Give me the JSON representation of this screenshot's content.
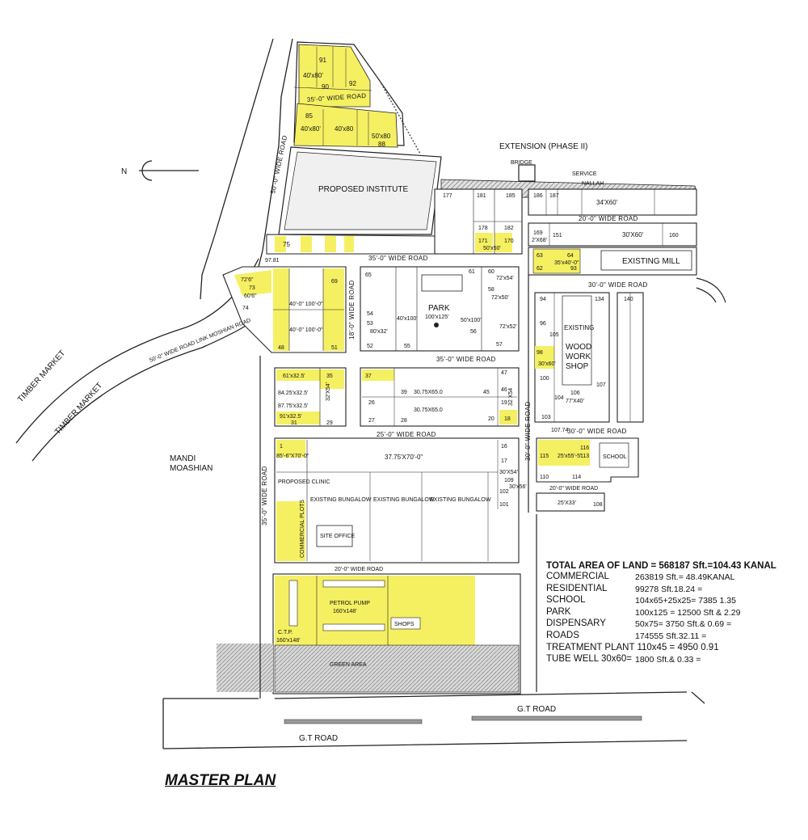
{
  "title": "MASTER PLAN",
  "north": "N",
  "colors": {
    "plot_yellow": "#f5f062",
    "line": "#222222",
    "road_fill": "#ffffff",
    "hatch": "#9a9a9a"
  },
  "places": {
    "proposed_institute": "PROPOSED INSTITUTE",
    "extension": "EXTENSION (PHASE II)",
    "bridge": "BRIDGE",
    "service": "SERVICE",
    "nallah": "NALLAH",
    "existing_mill": "EXISTING MILL",
    "park": "PARK",
    "park_dim": "100'x125'",
    "existing": "EXISTING",
    "wood": "WOOD",
    "work": "WORK",
    "shop": "SHOP",
    "school": "SCHOOL",
    "timber_market_1": "TIMBER MARKET",
    "timber_market_2": "TIMBER MARKET",
    "mandi_1": "MANDI",
    "mandi_2": "MOASHIAN",
    "proposed_clinic": "PROPOSED CLINIC",
    "commercial_plots": "COMMERCIAL PLOTS",
    "site_office": "SITE OFFICE",
    "existing_bungalow_1": "EXISTING BUNGALOW",
    "existing_bungalow_2": "EXISTING BUNGALOW",
    "existing_bungalow_3": "EXISTING BUNGALOW",
    "petrol_pump": "PETROL PUMP",
    "petrol_dim": "160'x148'",
    "shops": "SHOPS",
    "ctp": "C.T.P.",
    "ctp_dim": "160'x148'",
    "green_area": "GREEN AREA",
    "gt_road_1": "G.T ROAD",
    "gt_road_2": "G.T ROAD"
  },
  "roads": {
    "r35_top": "35'-0\" WIDE ROAD",
    "r50_left": "50'-0\" WIDE ROAD",
    "r20_right": "20'-0\" WIDE ROAD",
    "r35_mid": "35'-0\" WIDE ROAD",
    "r30_mill": "30'-0\" WIDE ROAD",
    "r35_center": "35'-0\" WIDE ROAD",
    "r25": "25'-0\" WIDE ROAD",
    "r30_school": "30'-0\" WIDE ROAD",
    "r20_school": "20'-0\" WIDE ROAD",
    "r35_vert": "35'-0\" WIDE ROAD",
    "r30_vert": "30'-0\" WIDE ROAD",
    "r20_bottom": "20'-0\" WIDE ROAD",
    "r18_vert": "18'-0\" WIDE ROAD",
    "link_road": "50'-0\" WIDE ROAD LINK MOSHIAN ROAD"
  },
  "plots": {
    "p91": "91",
    "p40x80a": "40'x80'",
    "p92": "92",
    "p90": "90",
    "p85": "85",
    "p40x80b": "40'x80'",
    "p40x80c": "40'x80",
    "p50x80": "50'x80",
    "p88": "88",
    "p75": "75",
    "p73": "73",
    "p74": "74",
    "p72x": "72'6\"",
    "p60": "60'6\"",
    "p69": "69",
    "p48": "48",
    "p51": "51",
    "p40x100a": "40'-0\" 100'-0\"",
    "p40x100b": "40'-0\" 100'-0\"",
    "p65": "65",
    "p61": "61",
    "p60b": "60",
    "p72x54": "72'x54'",
    "p58": "58",
    "p72x50": "72'x50'",
    "p54": "54",
    "p40x100c": "40'x100'",
    "p53": "53",
    "p80x32": "80'x32'",
    "p52": "52",
    "p55": "55",
    "p57": "57",
    "p56": "56",
    "p50x100": "50'x100'",
    "p72x52": "72'x52'",
    "p177": "177",
    "p181": "181",
    "p185": "185",
    "p186": "186",
    "p187": "187",
    "p178": "178",
    "p182": "182",
    "p171": "171",
    "p170": "170",
    "p50x50": "50'x50'",
    "p169": "169",
    "p151": "151",
    "p160": "160",
    "p34x60": "34'X60'",
    "p30x60": "30'X60'",
    "p2x68": "2'X68'",
    "p63": "63",
    "p64": "64",
    "p62": "62",
    "p93": "93",
    "p35x40": "35'x40'-0\"",
    "p94": "94",
    "p96": "96",
    "p105": "105",
    "p98": "98",
    "p100": "100",
    "p30x60b": "30'x60'",
    "p106": "106",
    "p104": "104",
    "p103": "103",
    "p77x40": "77'X40'",
    "p107": "107",
    "p134": "134",
    "p140": "140",
    "p61x32": "61'x32.5'",
    "p35": "35",
    "p84x32": "84.25'x32.5'",
    "p87x32": "87.75'x32.5'",
    "p91x32": "91'x32.5'",
    "p31": "31",
    "p29": "29",
    "p32x54": "32'X54'",
    "p37": "37",
    "p39": "39",
    "p26": "26",
    "p27": "27",
    "p28": "28",
    "p30x65a": "30.75X65.0",
    "p30x65b": "30.75X65.0",
    "p45": "45",
    "p46": "46",
    "p47": "47",
    "p19": "19",
    "p20": "20",
    "p18": "18",
    "p32x54b": "32 X54",
    "p1": "1",
    "p85x70": "85'-6\"X70'-0\"",
    "p37x70": "37.75'X70'-0\"",
    "p16": "16",
    "p17": "17",
    "p30x54": "30'X54'",
    "p109": "109",
    "p102": "102",
    "p101": "101",
    "p30x56": "30'x56'",
    "p115": "115",
    "p110": "110",
    "p25x55": "25'x55'-5\"",
    "p114": "114",
    "p25x33": "25'X33'",
    "p108": "108",
    "p116": "116",
    "p113": "113",
    "p9781": "97.81",
    "p10774": "107.74"
  },
  "area_table": {
    "heading": "TOTAL AREA OF LAND = 568187 Sft.=104.43 KANAL",
    "rows": [
      {
        "name": "COMMERCIAL",
        "value": "263819 Sft.= 48.49KANAL"
      },
      {
        "name": "RESIDENTIAL",
        "value": "99278 Sft.18.24 ="
      },
      {
        "name": "SCHOOL",
        "value": "104x65+25x25= 7385      1.35"
      },
      {
        "name": "PARK",
        "value": "100x125 =      12500 Sft & 2.29"
      },
      {
        "name": "DISPENSARY",
        "value": "50x75=      3750 Sft.& 0.69 ="
      },
      {
        "name": "ROADS",
        "value": "174555 Sft.32.11 ="
      },
      {
        "name": "TREATMENT PLANT 110x45 = 4950      0.91",
        "value": ""
      },
      {
        "name": "TUBE WELL  30x60=",
        "value": "1800 Sft.& 0.33 ="
      }
    ]
  }
}
